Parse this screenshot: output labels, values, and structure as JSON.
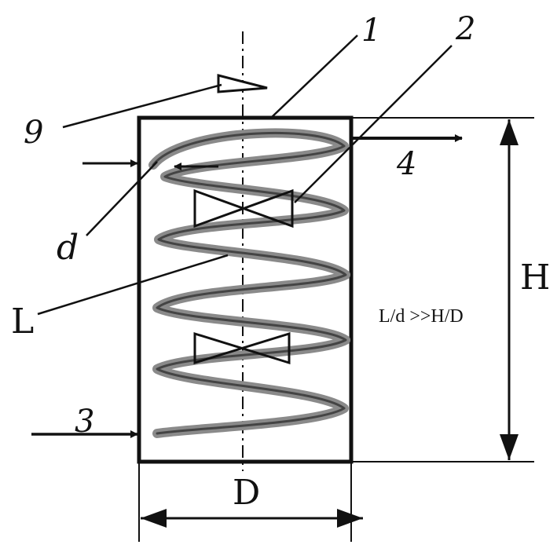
{
  "labels": {
    "part1": "1",
    "part2": "2",
    "inlet": "3",
    "outlet": "4",
    "part9": "9",
    "coil_diameter": "d",
    "coil_length": "L",
    "height": "H",
    "diameter": "D"
  },
  "formula": "L/d >>H/D",
  "colors": {
    "ink": "#111111",
    "coil": "#8a8a8a",
    "background": "#ffffff"
  }
}
